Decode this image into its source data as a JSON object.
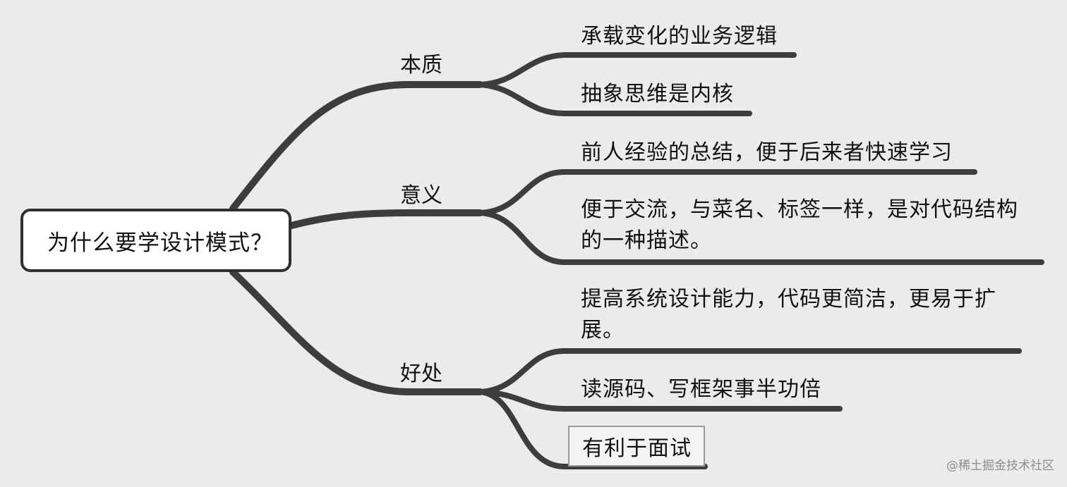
{
  "root": {
    "label": "为什么要学设计模式？"
  },
  "topics": [
    {
      "label": "本质",
      "children": [
        "承载变化的业务逻辑",
        "抽象思维是内核"
      ]
    },
    {
      "label": "意义",
      "children": [
        "前人经验的总结，便于后来者快速学习",
        "便于交流，与菜名、标签一样，是对代码结构的一种描述。"
      ]
    },
    {
      "label": "好处",
      "children": [
        "提高系统设计能力，代码更简洁，更易于扩展。",
        "读源码、写框架事半功倍",
        "有利于面试"
      ]
    }
  ],
  "watermark": "@稀土掘金技术社区"
}
